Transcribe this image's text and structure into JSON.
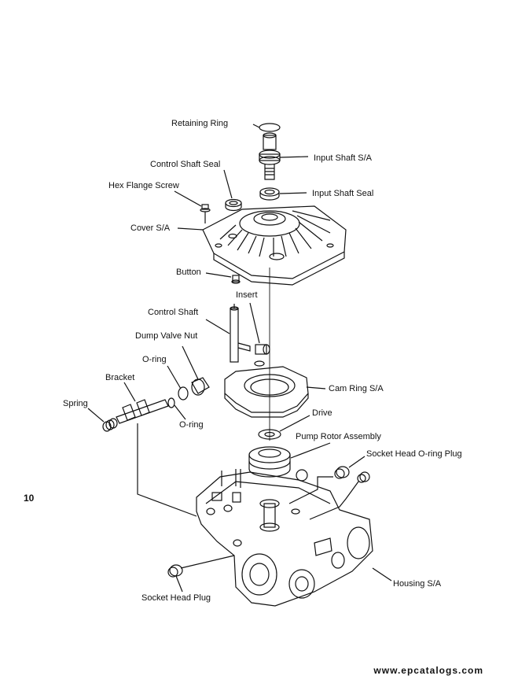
{
  "page_number": "10",
  "footer": "www.epcatalogs.com",
  "labels": {
    "retaining_ring": "Retaining Ring",
    "input_shaft_sa": "Input Shaft S/A",
    "control_shaft_seal": "Control Shaft Seal",
    "hex_flange_screw": "Hex Flange Screw",
    "input_shaft_seal": "Input Shaft Seal",
    "cover_sa": "Cover S/A",
    "button": "Button",
    "insert": "Insert",
    "control_shaft": "Control Shaft",
    "dump_valve_nut": "Dump Valve Nut",
    "oring_top": "O-ring",
    "bracket": "Bracket",
    "spring": "Spring",
    "oring_bottom": "O-ring",
    "cam_ring_sa": "Cam Ring S/A",
    "drive": "Drive",
    "pump_rotor_assembly": "Pump Rotor Assembly",
    "socket_head_oring_plug": "Socket Head O-ring Plug",
    "housing_sa": "Housing S/A",
    "socket_head_plug": "Socket Head Plug"
  }
}
